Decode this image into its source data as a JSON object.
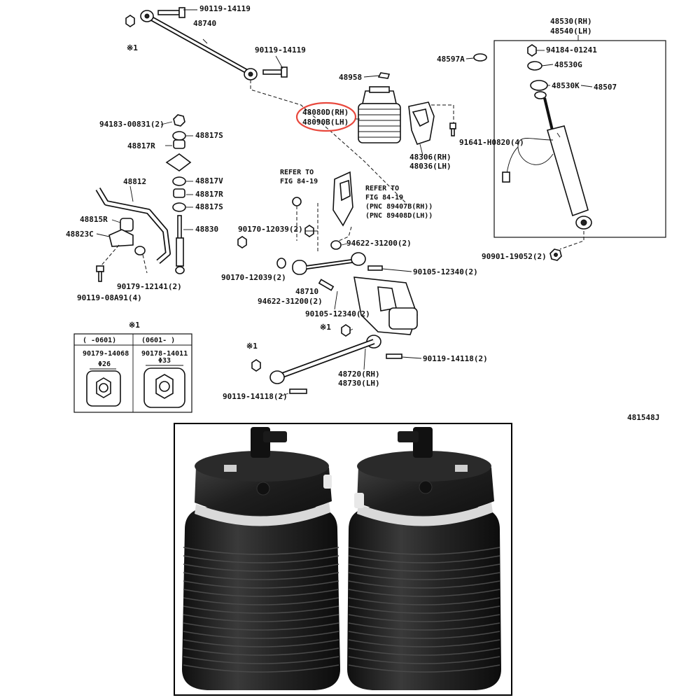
{
  "diagram": {
    "figure_code": "481548J",
    "labels": {
      "p90119_14119_top": "90119-14119",
      "p48740": "48740",
      "note_top": "※1",
      "p90119_14119_mid": "90119-14119",
      "p48958": "48958",
      "p48080d": "48080D(RH)",
      "p48090b": "48090B(LH)",
      "p48306": "48306(RH)",
      "p48036": "48036(LH)",
      "p91641": "91641-H0820(4)",
      "p48530": "48530(RH)",
      "p48540": "48540(LH)",
      "p48597a": "48597A",
      "p94184": "94184-01241",
      "p48530g": "48530G",
      "p48530k": "48530K",
      "p48507": "48507",
      "p90901": "90901-19052(2)",
      "p94183": "94183-00831(2)",
      "p48817s_a": "48817S",
      "p48817r_a": "48817R",
      "p48817v": "48817V",
      "p48817r_b": "48817R",
      "p48817s_b": "48817S",
      "p48812": "48812",
      "p48815r": "48815R",
      "p48823c": "48823C",
      "p48830": "48830",
      "p90179_12141": "90179-12141(2)",
      "p90119_08a91": "90119-08A91(4)",
      "refer_a1": "REFER TO",
      "refer_a2": "FIG 84-19",
      "refer_b1": "REFER TO",
      "refer_b2": "FIG 84-19",
      "pnc_rh": "(PNC 89407B(RH))",
      "pnc_lh": "(PNC 89408D(LH))",
      "p90170_a": "90170-12039(2)",
      "p94622_a": "94622-31200(2)",
      "p90170_b": "90170-12039(2)",
      "p90105_a": "90105-12340(2)",
      "p48710": "48710",
      "p94622_b": "94622-31200(2)",
      "p90105_b": "90105-12340(2)",
      "note_mid": "※1",
      "note_low": "※1",
      "p90119_14118_r": "90119-14118(2)",
      "p48720": "48720(RH)",
      "p48730": "48730(LH)",
      "p90119_14118_l": "90119-14118(2)"
    },
    "inset": {
      "note": "※1",
      "col1_header": "(   -0601)",
      "col2_header": "(0601-   )",
      "col1_part": "90179-14068",
      "col2_part": "90178-14011",
      "col1_dim": "Φ26",
      "col2_dim": "Φ33"
    },
    "highlight_color": "#e8473c"
  }
}
